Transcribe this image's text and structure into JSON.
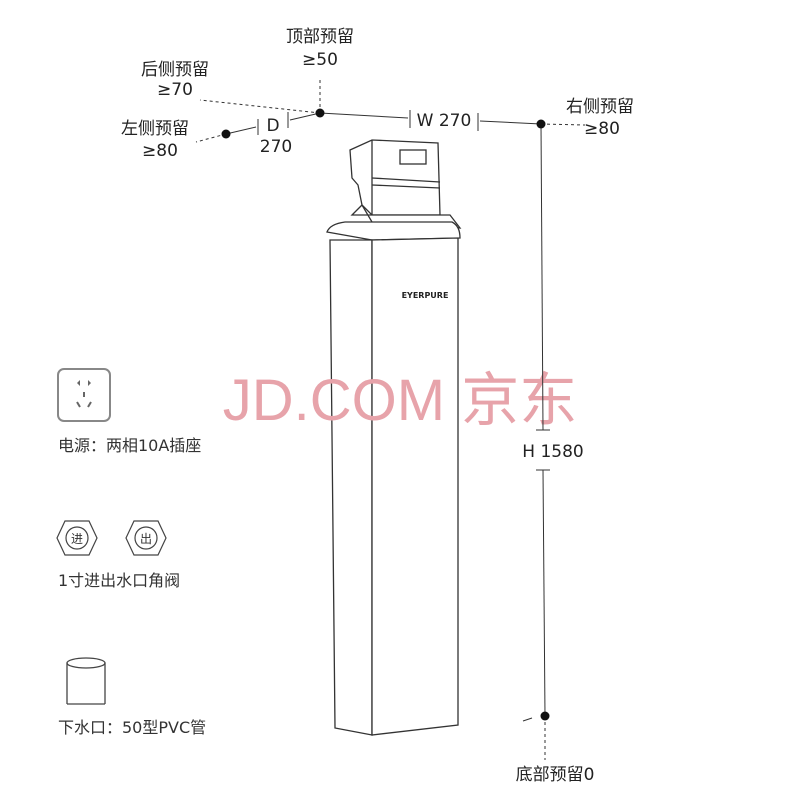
{
  "clearances": {
    "top": {
      "label": "顶部预留",
      "value": "≥50"
    },
    "back": {
      "label": "后侧预留",
      "value": "≥70"
    },
    "left": {
      "label": "左侧预留",
      "value": "≥80"
    },
    "right": {
      "label": "右侧预留",
      "value": "≥80"
    },
    "bottom": {
      "label": "底部预留0"
    }
  },
  "dimensions": {
    "depth_letter": "D",
    "depth_value": "270",
    "width": "W 270",
    "height": "H 1580"
  },
  "product": {
    "brand": "EYERPURE"
  },
  "watermark": "JD.COM 京东",
  "requirements": {
    "power": "电源：两相10A插座",
    "valve_in": "进",
    "valve_out": "出",
    "valves": "1寸进出水口角阀",
    "drain": "下水口：50型PVC管"
  }
}
